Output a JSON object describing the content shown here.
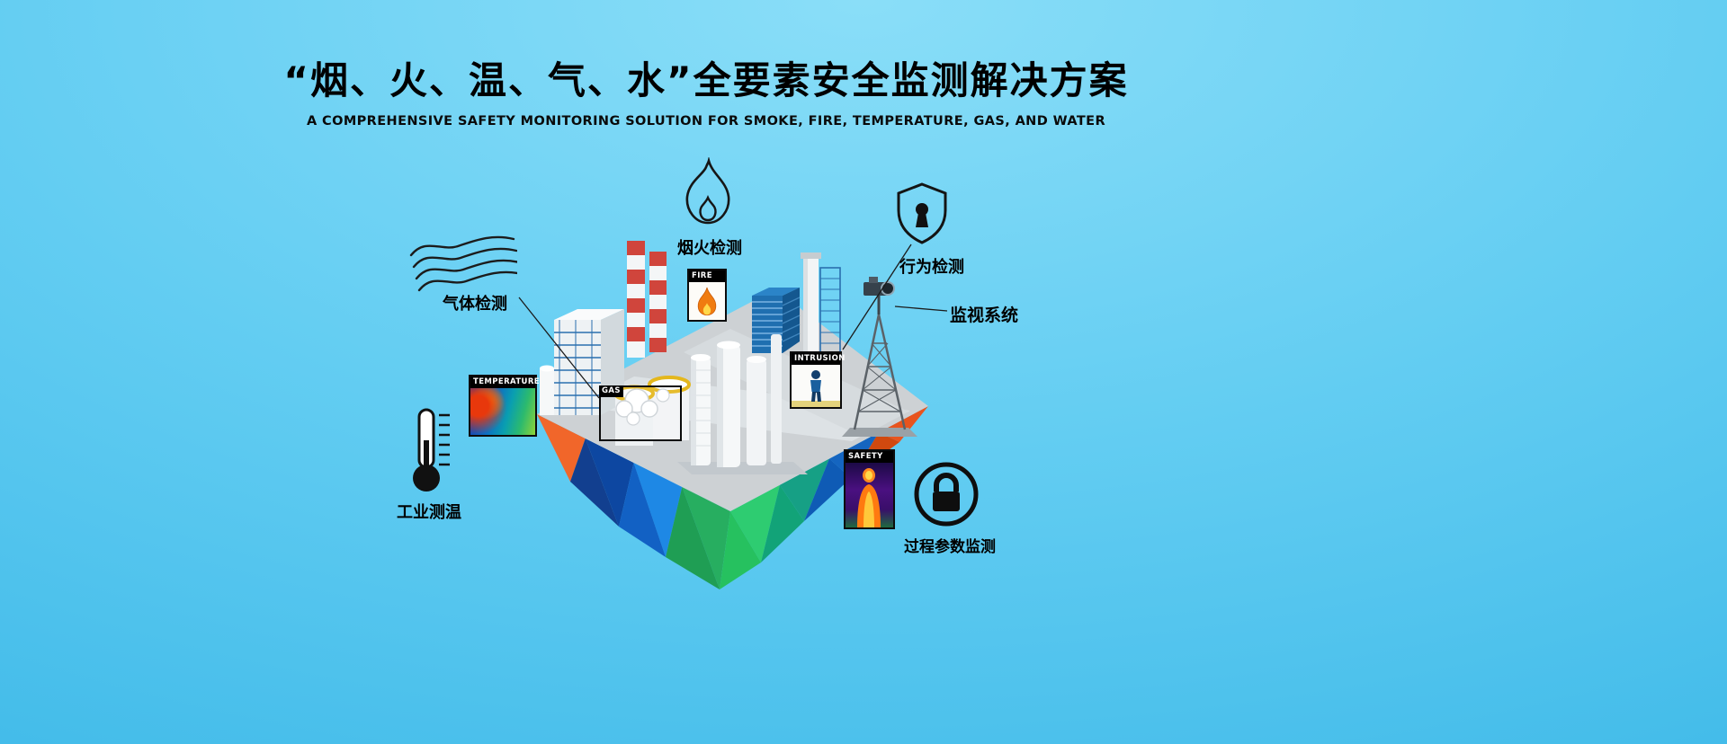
{
  "header": {
    "title": "“烟、火、温、气、水”全要素安全监测解决方案",
    "subtitle": "A COMPREHENSIVE SAFETY MONITORING SOLUTION FOR SMOKE, FIRE, TEMPERATURE, GAS, AND WATER"
  },
  "callouts": {
    "gas_detection": "气体检测",
    "smoke_fire_detection": "烟火检测",
    "behavior_detection": "行为检测",
    "surveillance_system": "监视系统",
    "industrial_temperature": "工业测温",
    "process_parameter_monitoring": "过程参数监测"
  },
  "scene_tags": {
    "temperature": "TEMPERATURE",
    "fire": "FIRE",
    "gas": "GAS",
    "intrusion": "INTRUSION",
    "safety": "SAFETY"
  },
  "icons": {
    "gas_waves": "gas-waves-icon",
    "flame": "flame-outline-icon",
    "shield": "shield-keyhole-icon",
    "camera": "ptz-camera-icon",
    "thermometer": "thermometer-icon",
    "lock": "lock-circle-icon"
  },
  "colors": {
    "background_top": "#85dbf7",
    "background_bottom": "#35b0e3",
    "title_text": "#000000",
    "island_orange": "#e8541e",
    "island_blue": "#1565c0",
    "island_green": "#27ae60",
    "chimney_red": "#d0453c",
    "tag_background": "#000000",
    "tag_text": "#ffffff"
  }
}
